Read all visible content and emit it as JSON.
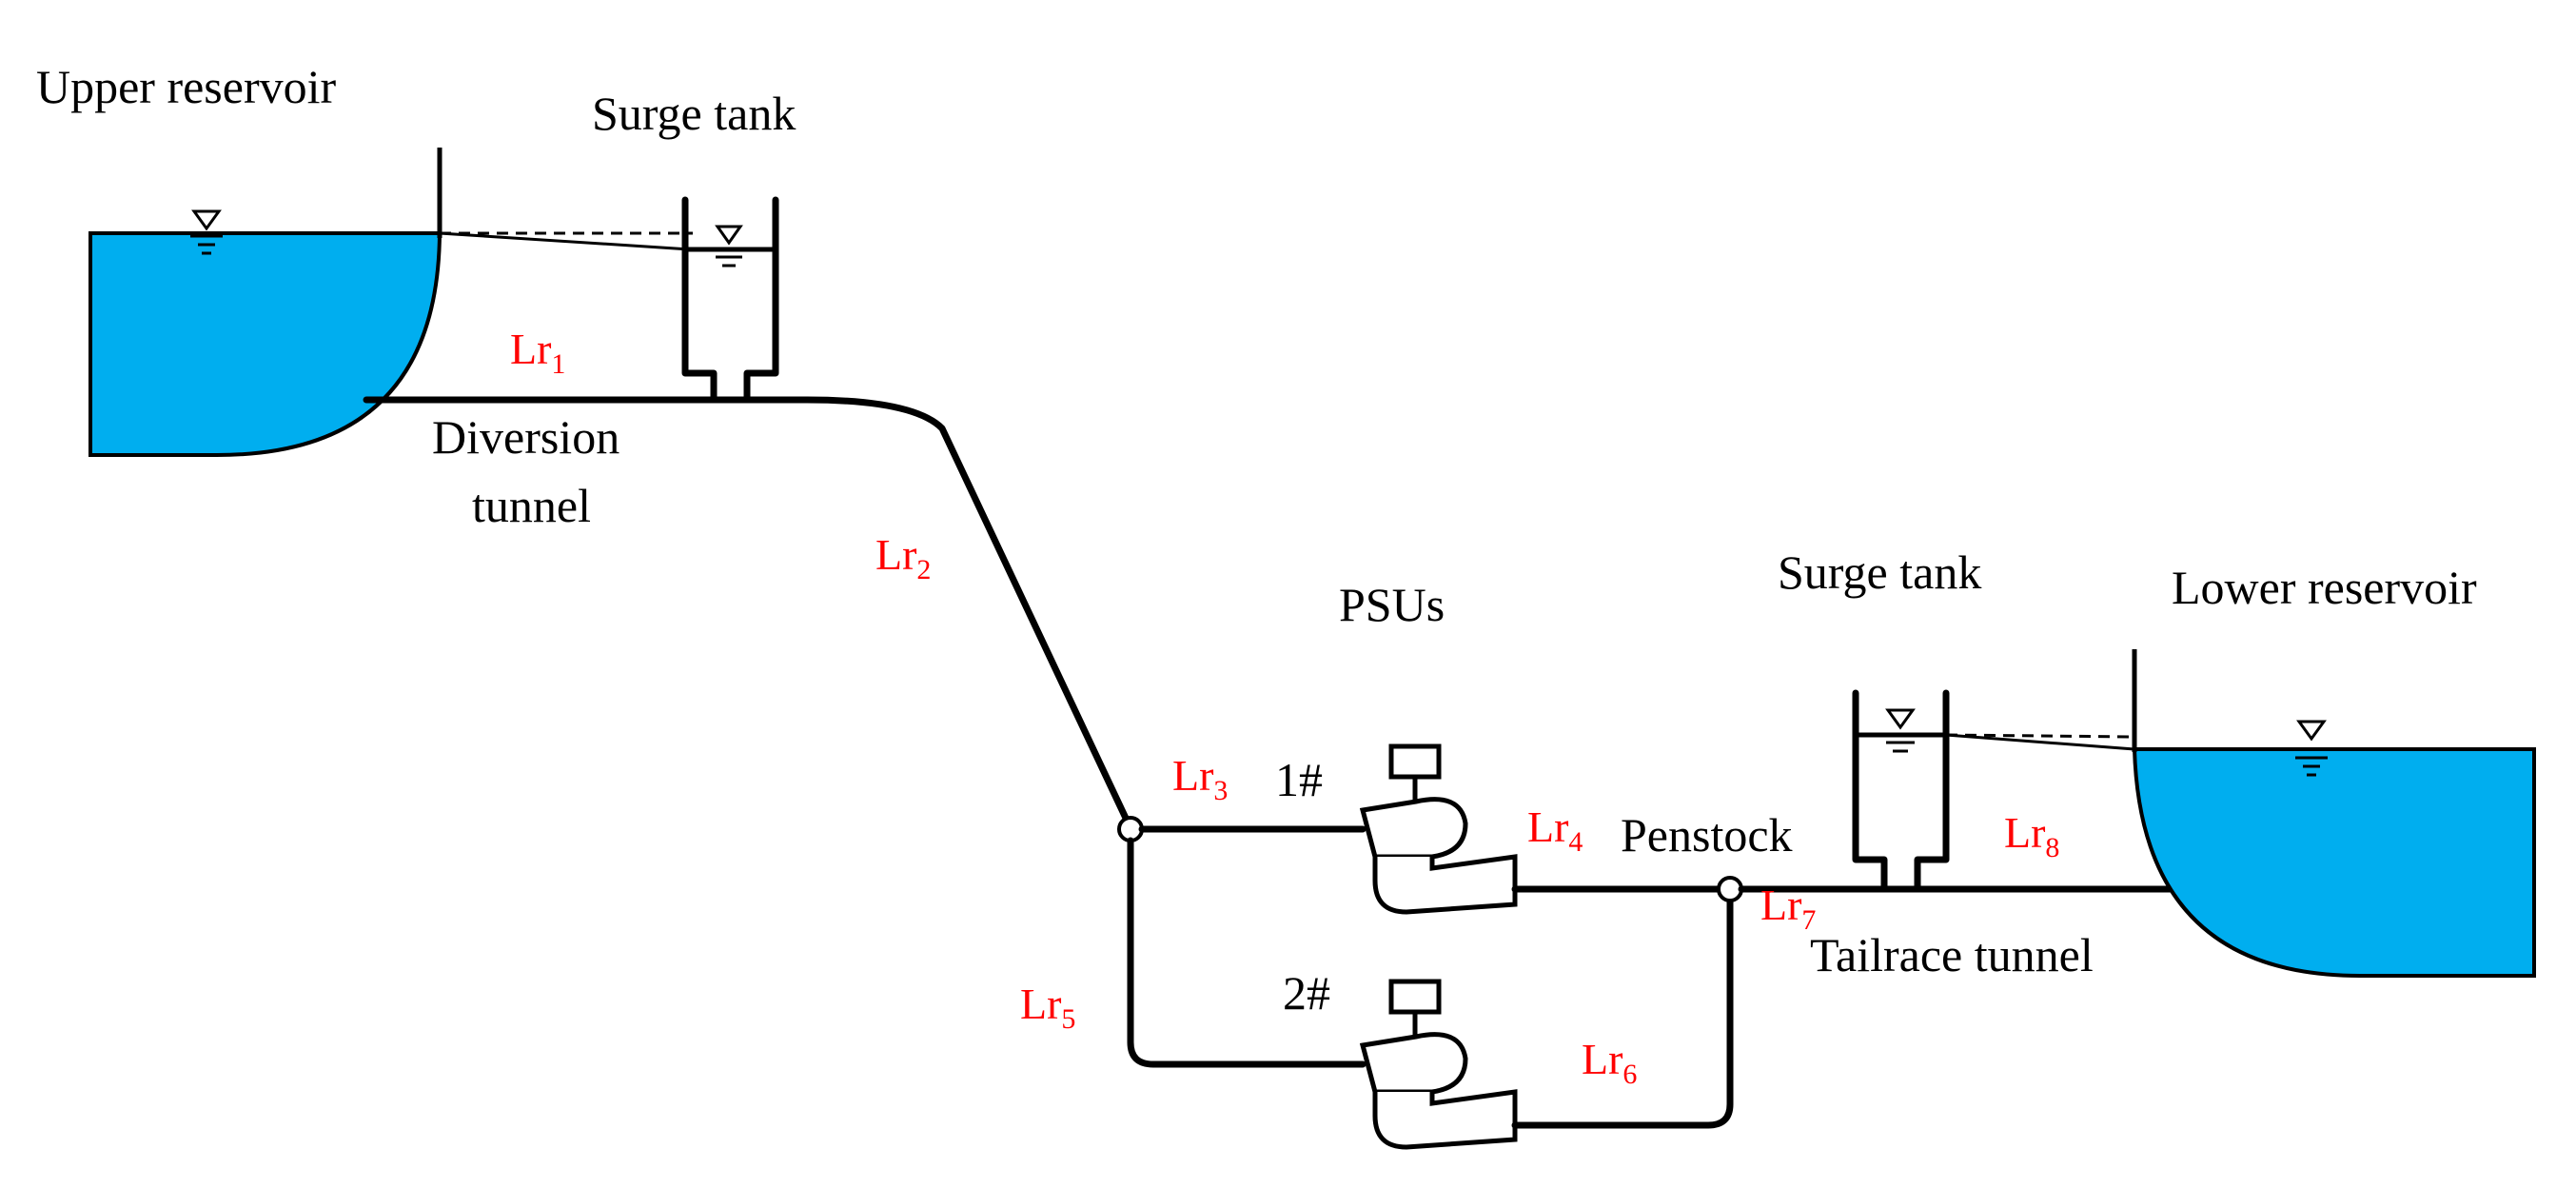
{
  "labels": {
    "upper_reservoir": "Upper reservoir",
    "surge_tank_upper": "Surge tank",
    "diversion_tunnel_line1": "Diversion",
    "diversion_tunnel_line2": "tunnel",
    "psus": "PSUs",
    "unit_1": "1#",
    "unit_2": "2#",
    "penstock": "Penstock",
    "surge_tank_lower": "Surge tank",
    "lower_reservoir": "Lower reservoir",
    "tailrace_tunnel": "Tailrace tunnel"
  },
  "segments": [
    {
      "base": "Lr",
      "sub": "1"
    },
    {
      "base": "Lr",
      "sub": "2"
    },
    {
      "base": "Lr",
      "sub": "3"
    },
    {
      "base": "Lr",
      "sub": "4"
    },
    {
      "base": "Lr",
      "sub": "5"
    },
    {
      "base": "Lr",
      "sub": "6"
    },
    {
      "base": "Lr",
      "sub": "7"
    },
    {
      "base": "Lr",
      "sub": "8"
    }
  ],
  "colors": {
    "water": "#00aeef",
    "segment_label": "#ff0000",
    "line": "#000000"
  }
}
